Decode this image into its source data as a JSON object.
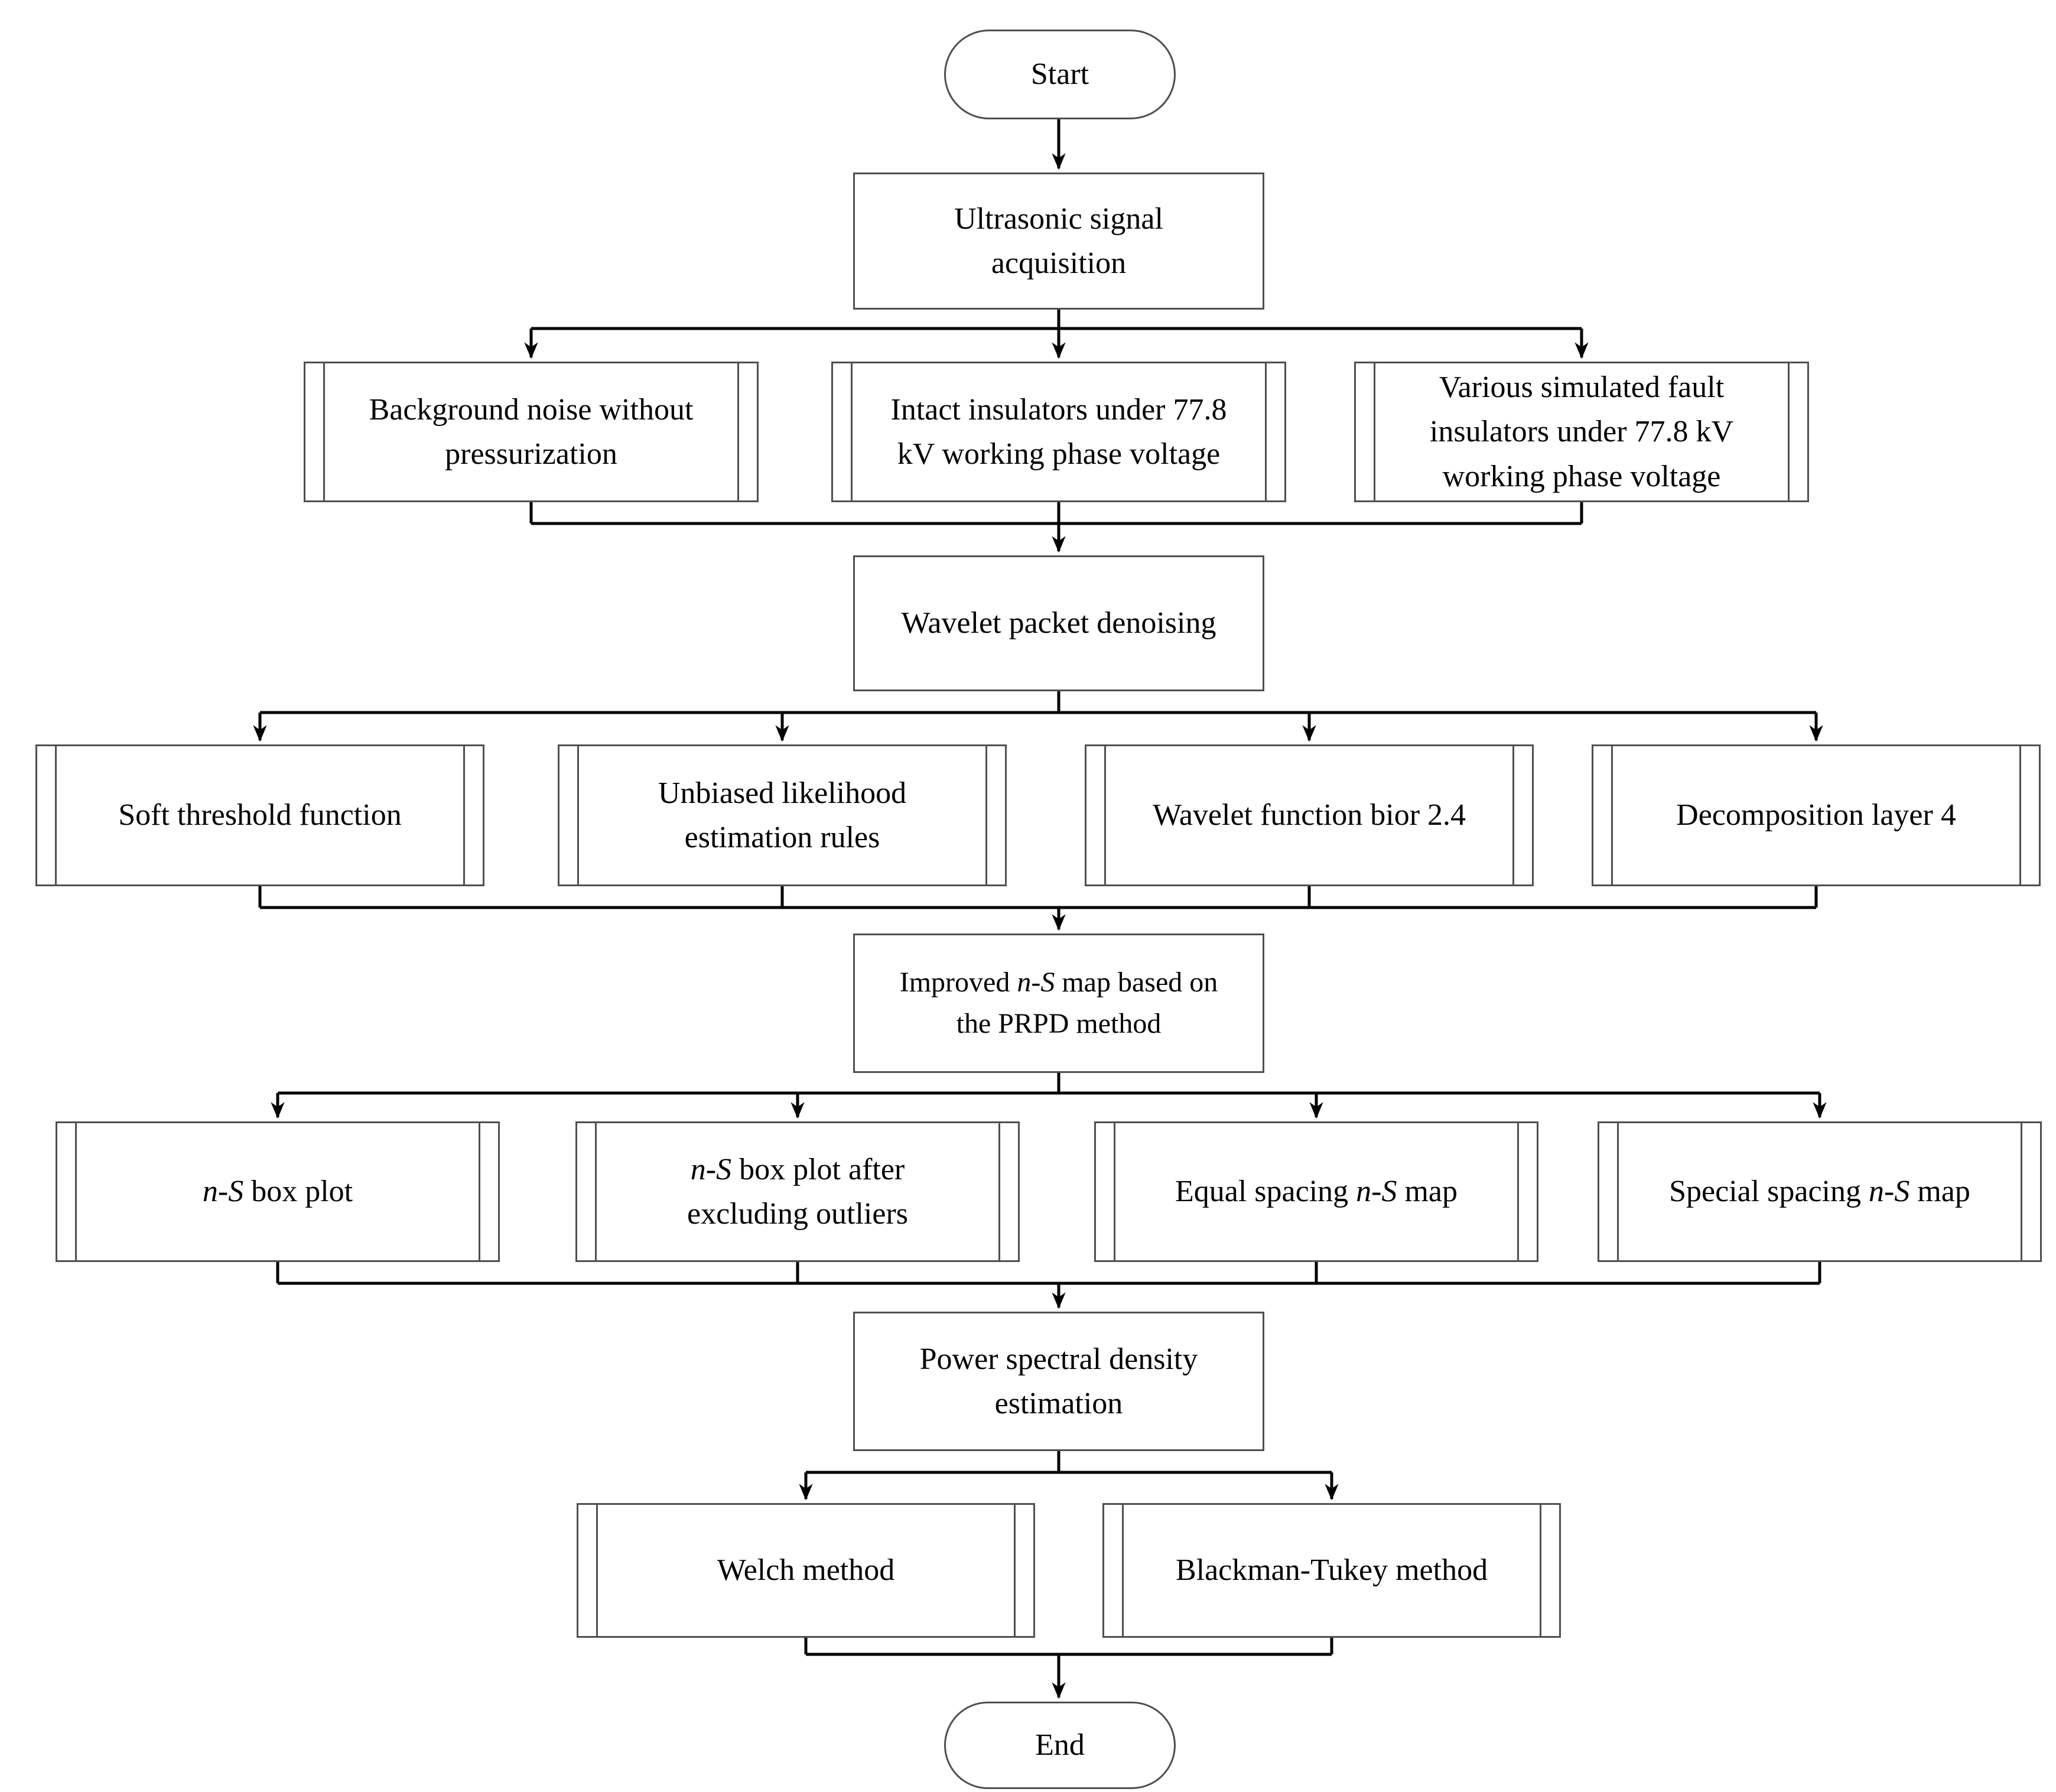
{
  "flowchart": {
    "colors": {
      "background": "#ffffff",
      "box_border": "#4f4f4f",
      "connector": "#000000",
      "text": "#000000"
    },
    "nodes": {
      "start": {
        "shape": "terminal",
        "lines": [
          [
            {
              "t": "Start"
            }
          ]
        ]
      },
      "acquisition": {
        "shape": "process",
        "lines": [
          [
            {
              "t": "Ultrasonic signal"
            }
          ],
          [
            {
              "t": "acquisition"
            }
          ]
        ]
      },
      "background_noise": {
        "shape": "predefined",
        "lines": [
          [
            {
              "t": "Background noise without"
            }
          ],
          [
            {
              "t": "pressurization"
            }
          ]
        ]
      },
      "intact_insulators": {
        "shape": "predefined",
        "lines": [
          [
            {
              "t": "Intact insulators under 77.8"
            }
          ],
          [
            {
              "t": "kV working phase voltage"
            }
          ]
        ]
      },
      "fault_insulators": {
        "shape": "predefined",
        "lines": [
          [
            {
              "t": "Various simulated fault"
            }
          ],
          [
            {
              "t": "insulators under 77.8 kV"
            }
          ],
          [
            {
              "t": "working phase voltage"
            }
          ]
        ]
      },
      "denoising": {
        "shape": "process",
        "lines": [
          [
            {
              "t": "Wavelet packet denoising"
            }
          ]
        ]
      },
      "soft_threshold": {
        "shape": "predefined",
        "lines": [
          [
            {
              "t": "Soft threshold function"
            }
          ]
        ]
      },
      "unbiased_likelihood": {
        "shape": "predefined",
        "lines": [
          [
            {
              "t": "Unbiased likelihood"
            }
          ],
          [
            {
              "t": "estimation rules"
            }
          ]
        ]
      },
      "wavelet_function": {
        "shape": "predefined",
        "lines": [
          [
            {
              "t": "Wavelet function bior 2.4"
            }
          ]
        ]
      },
      "decomposition_layer": {
        "shape": "predefined",
        "lines": [
          [
            {
              "t": "Decomposition layer 4"
            }
          ]
        ]
      },
      "improved_ns_map": {
        "shape": "process",
        "lines": [
          [
            {
              "t": "Improved "
            },
            {
              "t": "n",
              "i": true
            },
            {
              "t": "-"
            },
            {
              "t": "S",
              "i": true
            },
            {
              "t": " map based on"
            }
          ],
          [
            {
              "t": "the PRPD method"
            }
          ]
        ]
      },
      "ns_box_plot": {
        "shape": "predefined",
        "lines": [
          [
            {
              "t": "n",
              "i": true
            },
            {
              "t": "-"
            },
            {
              "t": "S",
              "i": true
            },
            {
              "t": " box plot"
            }
          ]
        ]
      },
      "ns_box_plot_excluding": {
        "shape": "predefined",
        "lines": [
          [
            {
              "t": "n",
              "i": true
            },
            {
              "t": "-"
            },
            {
              "t": "S",
              "i": true
            },
            {
              "t": " box plot after"
            }
          ],
          [
            {
              "t": "excluding outliers"
            }
          ]
        ]
      },
      "equal_spacing_map": {
        "shape": "predefined",
        "lines": [
          [
            {
              "t": "Equal spacing "
            },
            {
              "t": "n",
              "i": true
            },
            {
              "t": "-"
            },
            {
              "t": "S",
              "i": true
            },
            {
              "t": " map"
            }
          ]
        ]
      },
      "special_spacing_map": {
        "shape": "predefined",
        "lines": [
          [
            {
              "t": "Special spacing "
            },
            {
              "t": "n",
              "i": true
            },
            {
              "t": "-"
            },
            {
              "t": "S",
              "i": true
            },
            {
              "t": " map"
            }
          ]
        ]
      },
      "psd_estimation": {
        "shape": "process",
        "lines": [
          [
            {
              "t": "Power spectral density"
            }
          ],
          [
            {
              "t": "estimation"
            }
          ]
        ]
      },
      "welch": {
        "shape": "predefined",
        "lines": [
          [
            {
              "t": "Welch method"
            }
          ]
        ]
      },
      "blackman_tukey": {
        "shape": "predefined",
        "lines": [
          [
            {
              "t": "Blackman-Tukey method"
            }
          ]
        ]
      },
      "end": {
        "shape": "terminal",
        "lines": [
          [
            {
              "t": "End"
            }
          ]
        ]
      }
    }
  }
}
